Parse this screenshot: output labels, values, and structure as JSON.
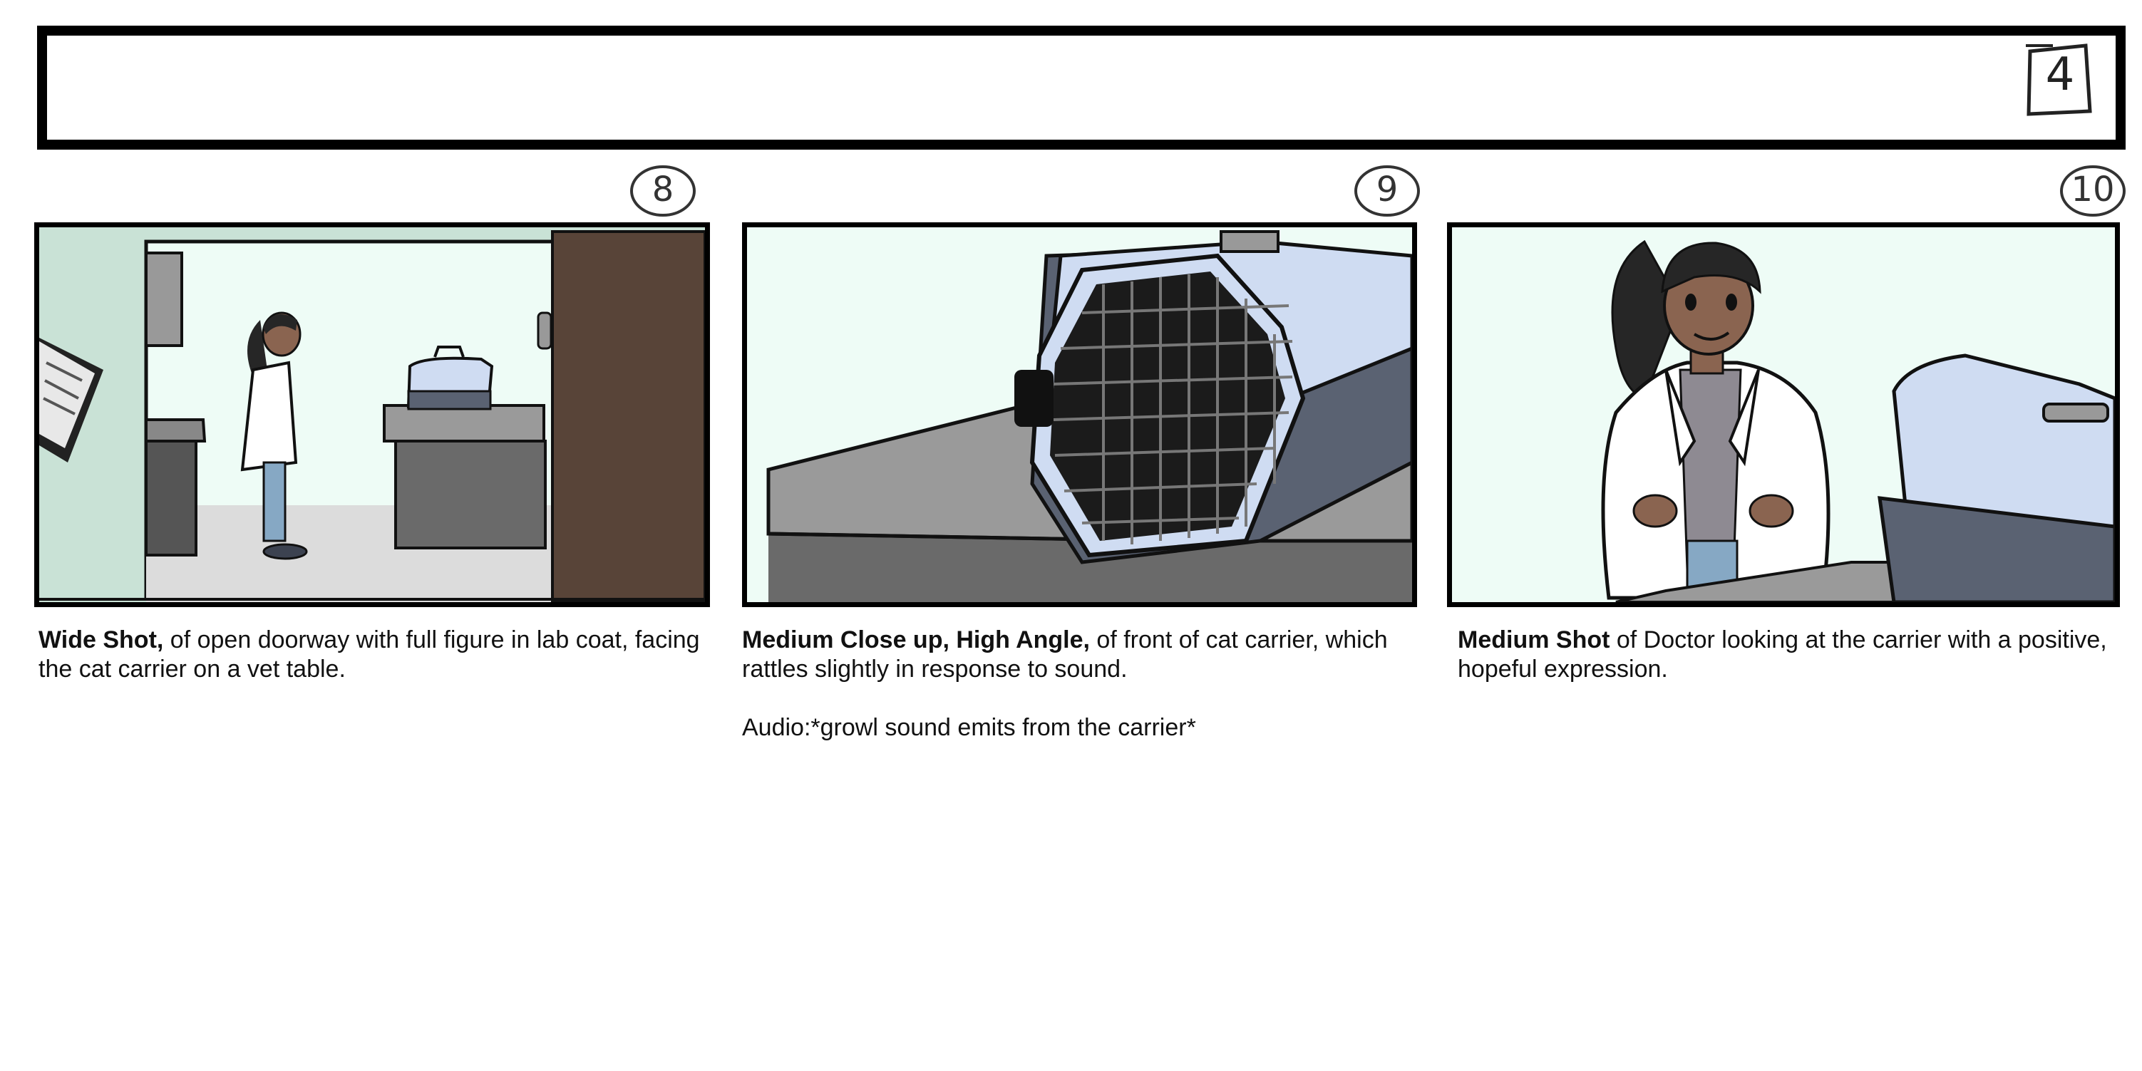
{
  "page": {
    "number": "4"
  },
  "panels": [
    {
      "number": "8",
      "shot": "Wide Shot,",
      "description": " of open doorway with full figure in lab coat, facing the cat carrier on a vet table.",
      "audio": ""
    },
    {
      "number": "9",
      "shot": "Medium Close up, High Angle,",
      "description": " of front of cat carrier, which rattles slightly in response to sound.",
      "audio": "Audio:*growl sound emits from the carrier*"
    },
    {
      "number": "10",
      "shot": "Medium Shot",
      "description": " of Doctor looking at the carrier with a positive, hopeful expression.",
      "audio": ""
    }
  ],
  "colors": {
    "room_wall": "#eefcf6",
    "wall_side": "#c9e2d6",
    "door": "#584438",
    "floor": "#dcdcdc",
    "table": "#6a6a6a",
    "table_top": "#9a9a9a",
    "carrier_top": "#cfdcf2",
    "carrier_base": "#5a6272",
    "skin": "#8a6450",
    "hair": "#262626",
    "coat": "#ffffff",
    "shirt": "#8e8a92",
    "jeans": "#86a8c4"
  }
}
